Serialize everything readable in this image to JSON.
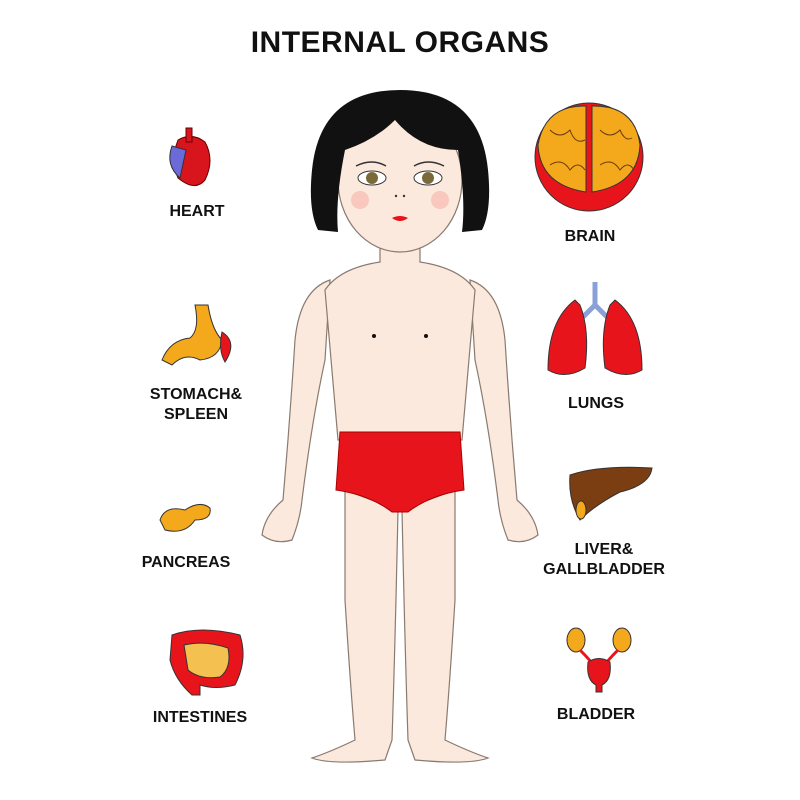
{
  "title": "INTERNAL ORGANS",
  "organs_left": [
    {
      "label": "HEART",
      "icon": "heart-icon"
    },
    {
      "label_lines": [
        "STOMACH&",
        "SPLEEN"
      ],
      "icon": "stomach-spleen-icon"
    },
    {
      "label": "PANCREAS",
      "icon": "pancreas-icon"
    },
    {
      "label": "INTESTINES",
      "icon": "intestines-icon"
    }
  ],
  "organs_right": [
    {
      "label": "BRAIN",
      "icon": "brain-icon"
    },
    {
      "label": "LUNGS",
      "icon": "lungs-icon"
    },
    {
      "label_lines": [
        "LIVER&",
        "GALLBLADDER"
      ],
      "icon": "liver-icon"
    },
    {
      "label": "BLADDER",
      "icon": "bladder-icon"
    }
  ],
  "colors": {
    "skin": "#fce9dd",
    "hair": "#111111",
    "red": "#e8141c",
    "yellow": "#f4a81c",
    "liver": "#7a3e12"
  }
}
